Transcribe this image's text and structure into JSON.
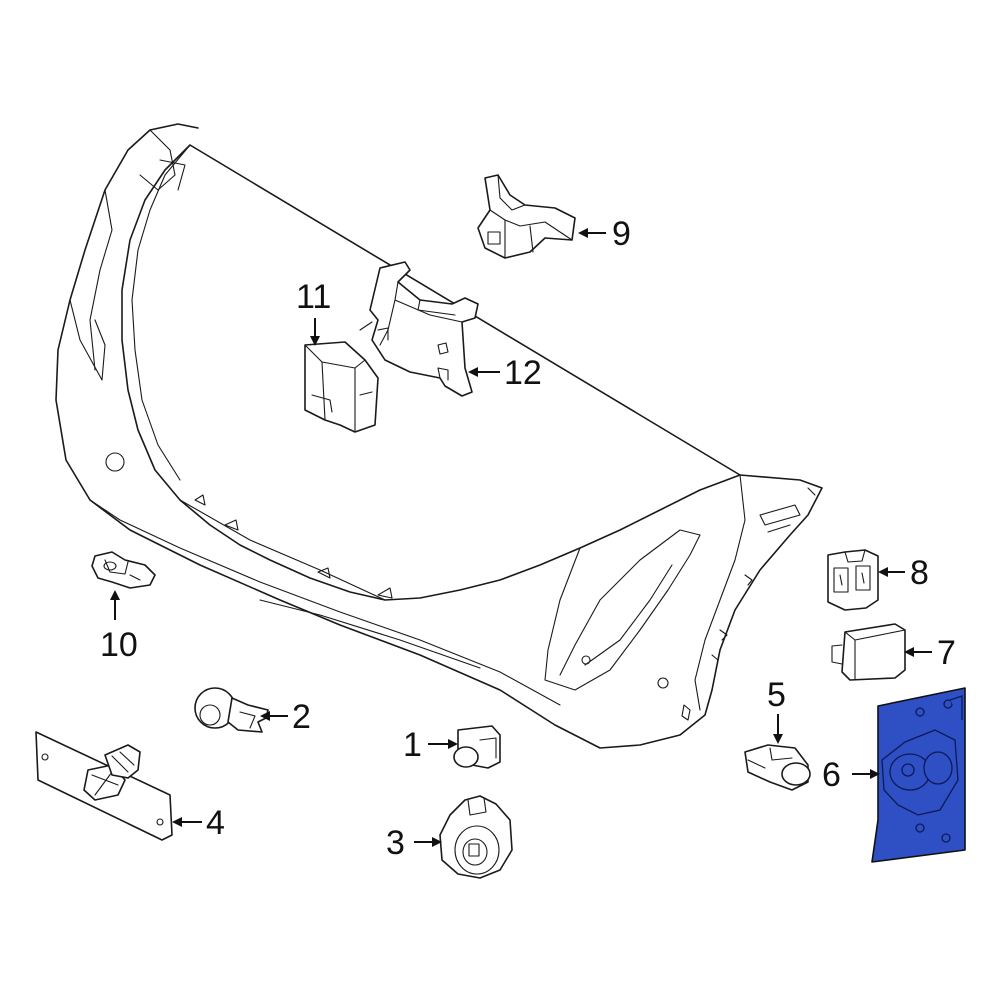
{
  "diagram": {
    "highlight_color": "#2f4fc4",
    "line_color": "#1a1a1a",
    "background": "#ffffff",
    "callouts": [
      {
        "id": "1",
        "label": "1"
      },
      {
        "id": "2",
        "label": "2"
      },
      {
        "id": "3",
        "label": "3"
      },
      {
        "id": "4",
        "label": "4"
      },
      {
        "id": "5",
        "label": "5"
      },
      {
        "id": "6",
        "label": "6",
        "highlighted": true
      },
      {
        "id": "7",
        "label": "7"
      },
      {
        "id": "8",
        "label": "8"
      },
      {
        "id": "9",
        "label": "9"
      },
      {
        "id": "10",
        "label": "10"
      },
      {
        "id": "11",
        "label": "11"
      },
      {
        "id": "12",
        "label": "12"
      }
    ]
  }
}
